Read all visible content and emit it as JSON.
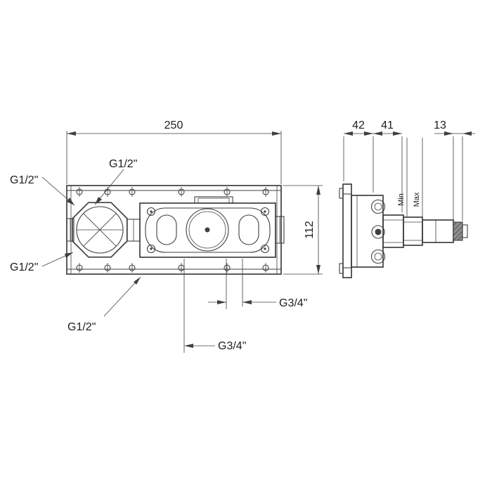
{
  "front_view": {
    "dim_width": "250",
    "dim_height": "112",
    "port_labels": {
      "g12_top_left": "G1/2\"",
      "g12_top_inner": "G1/2\"",
      "g12_left_lower": "G1/2\"",
      "g12_bottom": "G1/2\"",
      "g34_outlet_right": "G3/4\"",
      "g34_outlet_bottom": "G3/4\""
    }
  },
  "side_view": {
    "dim_wall_offset": "42",
    "dim_body_depth": "41",
    "dim_trim_tip": "13",
    "depth_min": "Min",
    "depth_max": "Max"
  },
  "colors": {
    "line": "#3f3f3f",
    "text": "#1d1d1d",
    "background": "#ffffff"
  }
}
